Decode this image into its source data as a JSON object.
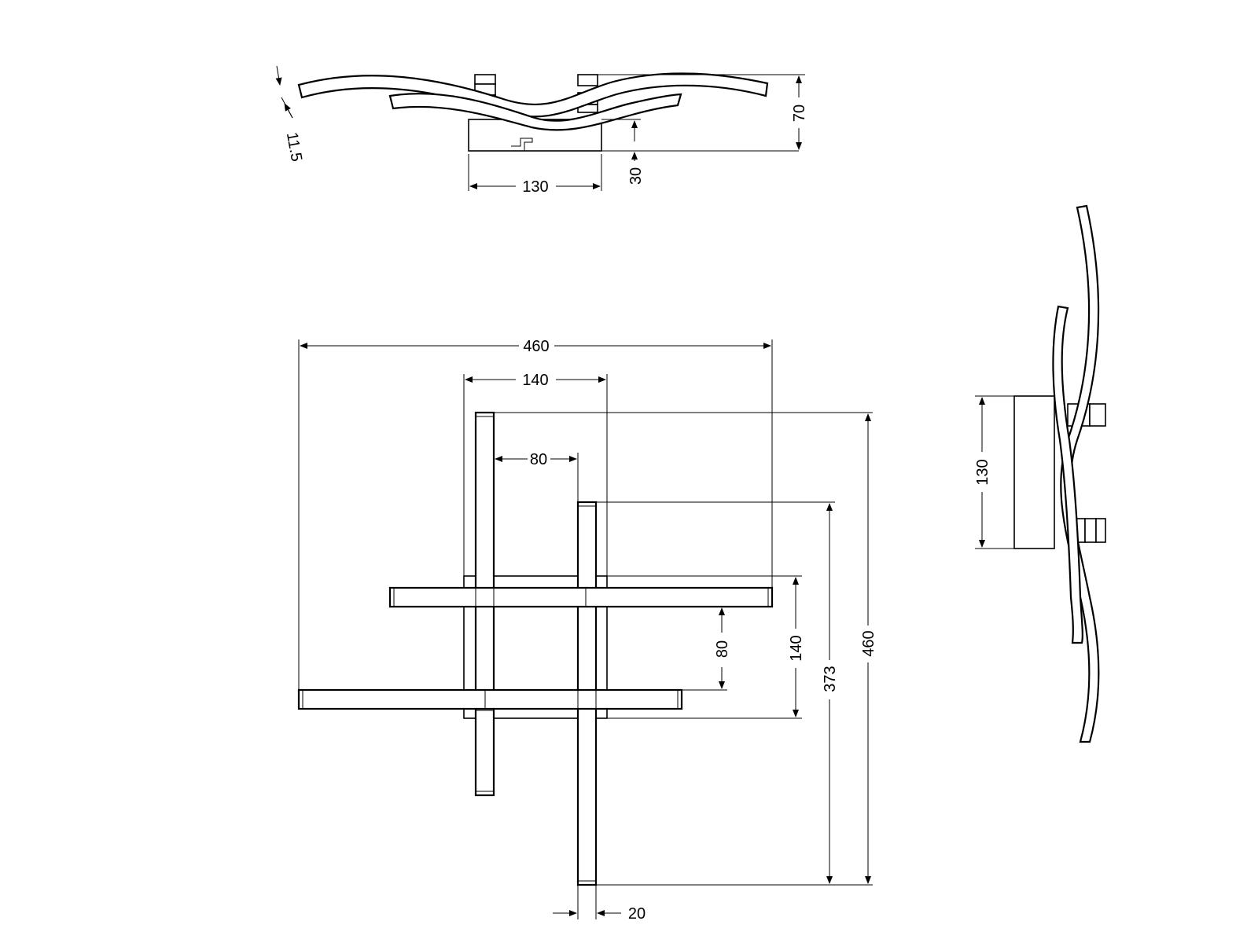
{
  "dimensions": {
    "top_view": {
      "offset": "11.5",
      "base_width": "130",
      "base_height": "30",
      "total_height": "70"
    },
    "front_view": {
      "overall_width": "460",
      "base_width": "140",
      "bar_spacing_x": "80",
      "bar_spacing_y": "80",
      "base_height": "140",
      "inner_length": "373",
      "overall_length": "460",
      "bar_thickness": "20"
    },
    "side_view": {
      "base_width": "130"
    }
  }
}
